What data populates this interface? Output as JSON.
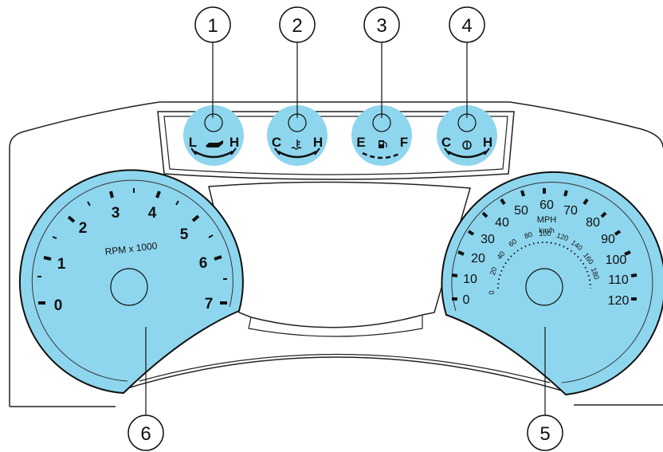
{
  "callouts": [
    "1",
    "2",
    "3",
    "4",
    "5",
    "6"
  ],
  "small_gauges": [
    {
      "left": "L",
      "right": "H",
      "icon": "oil-pressure-icon"
    },
    {
      "left": "C",
      "right": "H",
      "icon": "engine-coolant-temperature-icon"
    },
    {
      "left": "E",
      "right": "F",
      "icon": "fuel-pump-icon"
    },
    {
      "left": "C",
      "right": "H",
      "icon": "transmission-temperature-icon"
    }
  ],
  "tachometer": {
    "label": "RPM x 1000",
    "numbers": [
      "0",
      "1",
      "2",
      "3",
      "4",
      "5",
      "6",
      "7"
    ]
  },
  "speedometer": {
    "mph_label": "MPH",
    "kmh_label": "km/h",
    "mph_numbers": [
      "0",
      "10",
      "20",
      "30",
      "40",
      "50",
      "60",
      "70",
      "80",
      "90",
      "100",
      "110",
      "120"
    ],
    "kmh_numbers": [
      "0",
      "20",
      "40",
      "60",
      "80",
      "100",
      "120",
      "140",
      "160",
      "180"
    ]
  },
  "colors": {
    "dial_fill": "#8ed6ee",
    "outline": "#111111",
    "background": "#ffffff"
  }
}
